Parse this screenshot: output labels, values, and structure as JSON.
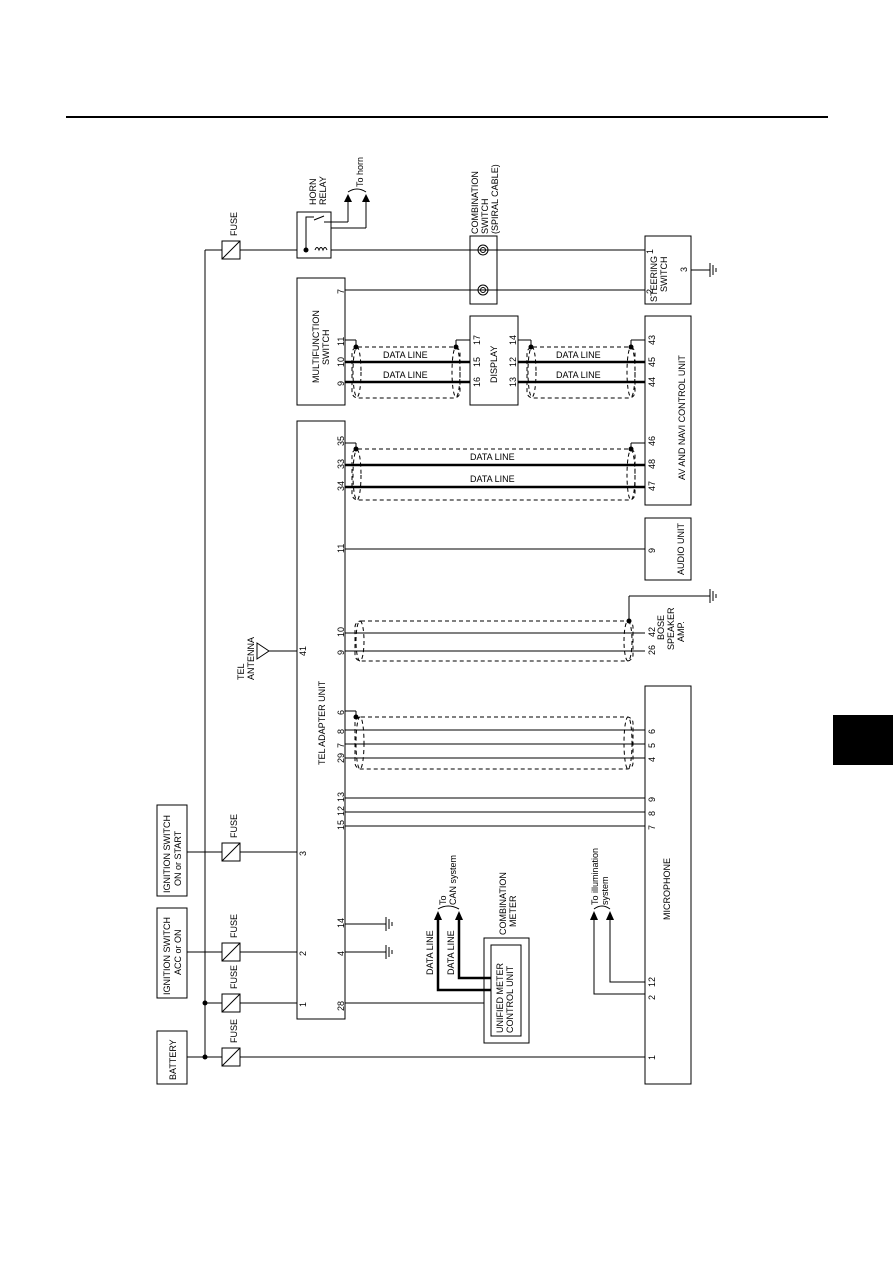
{
  "diagram": {
    "components": {
      "battery": "BATTERY",
      "ign_acc": [
        "IGNITION SWITCH",
        "ACC or ON"
      ],
      "ign_start": [
        "IGNITION SWITCH",
        "ON or START"
      ],
      "fuse": "FUSE",
      "horn_relay": [
        "HORN",
        "RELAY"
      ],
      "to_horn": "To horn",
      "combination_switch": [
        "COMBINATION",
        "SWITCH",
        "(SPIRAL CABLE)"
      ],
      "steering_switch": [
        "STEERING",
        "SWITCH"
      ],
      "multifunction_switch": [
        "MULTIFUNCTION",
        "SWITCH"
      ],
      "display": "DISPLAY",
      "av_navi": "AV AND NAVI CONTROL UNIT",
      "tel_adapter": "TEL ADAPTER UNIT",
      "tel_antenna": [
        "TEL",
        "ANTENNA"
      ],
      "audio_unit": "AUDIO UNIT",
      "bose_amp": [
        "BOSE",
        "SPEAKER",
        "AMP."
      ],
      "microphone": "MICROPHONE",
      "combination_meter": [
        "COMBINATION",
        "METER"
      ],
      "unified_meter": [
        "UNIFIED METER",
        "CONTROL UNIT"
      ],
      "to_can": [
        "To",
        "CAN system"
      ],
      "to_illumination": [
        "To illumination",
        "system"
      ],
      "data_line": "DATA LINE"
    },
    "pins": {
      "steer_1": "1",
      "steer_2": "2",
      "steer_3": "3",
      "comb_7": "7",
      "mfs_11": "11",
      "mfs_10": "10",
      "mfs_9": "9",
      "disp_17": "17",
      "disp_15": "15",
      "disp_16": "16",
      "disp_14": "14",
      "disp_12": "12",
      "disp_13": "13",
      "av_43": "43",
      "av_45": "45",
      "av_44": "44",
      "av_46": "46",
      "av_48": "48",
      "av_47": "47",
      "tel_35": "35",
      "tel_33": "33",
      "tel_34": "34",
      "tel_11": "11",
      "tel_10": "10",
      "tel_9": "9",
      "tel_41": "41",
      "tel_6": "6",
      "tel_8": "8",
      "tel_7": "7",
      "tel_29": "29",
      "tel_13": "13",
      "tel_12": "12",
      "tel_15": "15",
      "tel_3": "3",
      "tel_14": "14",
      "tel_4": "4",
      "tel_2": "2",
      "tel_1": "1",
      "tel_28": "28",
      "audio_9": "9",
      "bose_42": "42",
      "bose_26": "26",
      "mic_6": "6",
      "mic_5": "5",
      "mic_4": "4",
      "mic_9": "9",
      "mic_8": "8",
      "mic_7": "7",
      "mic_12": "12",
      "mic_2": "2",
      "mic_1": "1"
    }
  }
}
